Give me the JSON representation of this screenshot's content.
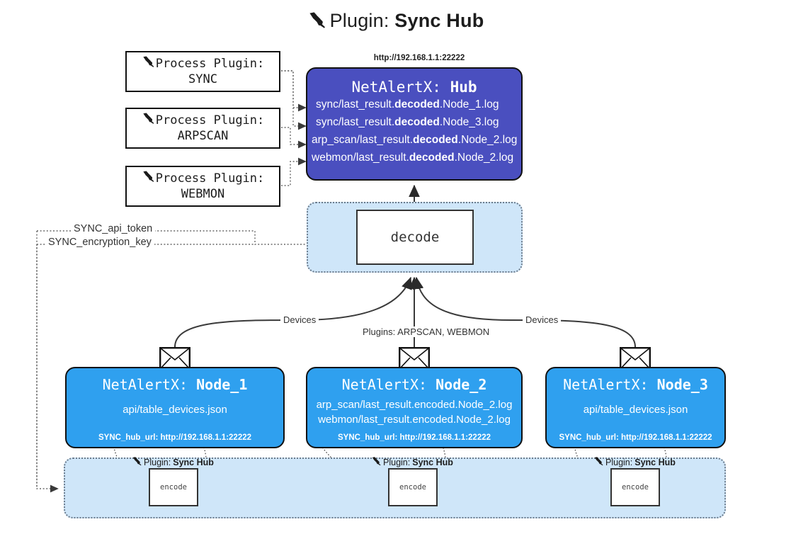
{
  "title": {
    "icon": "plug-icon",
    "prefix": "Plugin:",
    "name": "Sync Hub"
  },
  "process_plugins": [
    {
      "icon": "plug-icon",
      "label": "Process Plugin:",
      "name": "SYNC"
    },
    {
      "icon": "plug-icon",
      "label": "Process Plugin:",
      "name": "ARPSCAN"
    },
    {
      "icon": "plug-icon",
      "label": "Process Plugin:",
      "name": "WEBMON"
    }
  ],
  "hub": {
    "url": "http://192.168.1.1:22222",
    "title_prefix": "NetAlertX:",
    "title_name": "Hub",
    "logs": [
      {
        "pre": "sync/last_result.",
        "mid": "decoded",
        "post": ".Node_1.log"
      },
      {
        "pre": "sync/last_result.",
        "mid": "decoded",
        "post": ".Node_3.log"
      },
      {
        "pre": "arp_scan/last_result.",
        "mid": "decoded",
        "post": ".Node_2.log"
      },
      {
        "pre": "webmon/last_result.",
        "mid": "decoded",
        "post": ".Node_2.log"
      }
    ]
  },
  "decode": {
    "label": "decode"
  },
  "tokens": [
    {
      "label": "SYNC_api_token"
    },
    {
      "label": "SYNC_encryption_key"
    }
  ],
  "edge_labels": {
    "devices_left": "Devices",
    "devices_right": "Devices",
    "plugins_mid": "Plugins: ARPSCAN, WEBMON"
  },
  "nodes": [
    {
      "icon": "envelope-icon",
      "title_prefix": "NetAlertX:",
      "title_name": "Node_1",
      "lines": [
        "api/table_devices.json"
      ],
      "hub_url_label": "SYNC_hub_url: http://192.168.1.1:22222"
    },
    {
      "icon": "envelope-icon",
      "title_prefix": "NetAlertX:",
      "title_name": "Node_2",
      "lines": [
        "arp_scan/last_result.encoded.Node_2.log",
        "webmon/last_result.encoded.Node_2.log"
      ],
      "hub_url_label": "SYNC_hub_url: http://192.168.1.1:22222"
    },
    {
      "icon": "envelope-icon",
      "title_prefix": "NetAlertX:",
      "title_name": "Node_3",
      "lines": [
        "api/table_devices.json"
      ],
      "hub_url_label": "SYNC_hub_url: http://192.168.1.1:22222"
    }
  ],
  "encoders": [
    {
      "icon": "plug-icon",
      "caption_prefix": "Plugin:",
      "caption_name": "Sync Hub",
      "label": "encode"
    },
    {
      "icon": "plug-icon",
      "caption_prefix": "Plugin:",
      "caption_name": "Sync Hub",
      "label": "encode"
    },
    {
      "icon": "plug-icon",
      "caption_prefix": "Plugin:",
      "caption_name": "Sync Hub",
      "label": "encode"
    }
  ],
  "colors": {
    "hub_fill": "#4a4fbf",
    "node_fill": "#2fa0ef",
    "band_fill": "#cfe6f9",
    "stroke": "#111111"
  }
}
